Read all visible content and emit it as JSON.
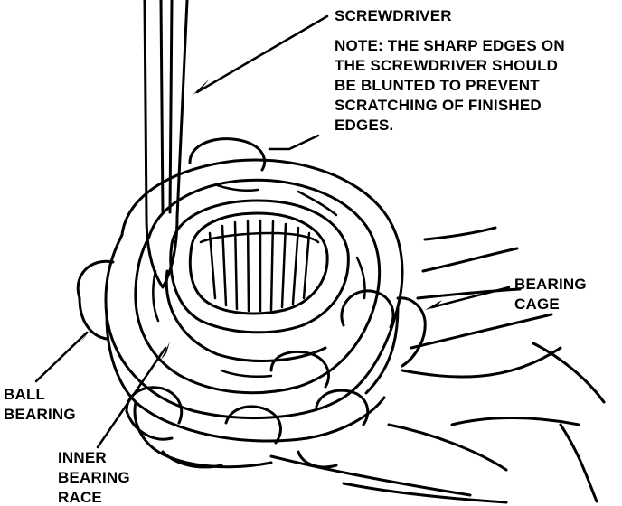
{
  "labels": {
    "screwdriver": "SCREWDRIVER",
    "note": "NOTE: THE SHARP EDGES ON\nTHE SCREWDRIVER SHOULD\nBE BLUNTED TO PREVENT\nSCRATCHING OF FINISHED\nEDGES.",
    "bearing_cage": "BEARING\nCAGE",
    "ball_bearing": "BALL\nBEARING",
    "inner_race": "INNER\nBEARING\nRACE"
  },
  "colors": {
    "ink": "#000000",
    "paper": "#ffffff"
  }
}
